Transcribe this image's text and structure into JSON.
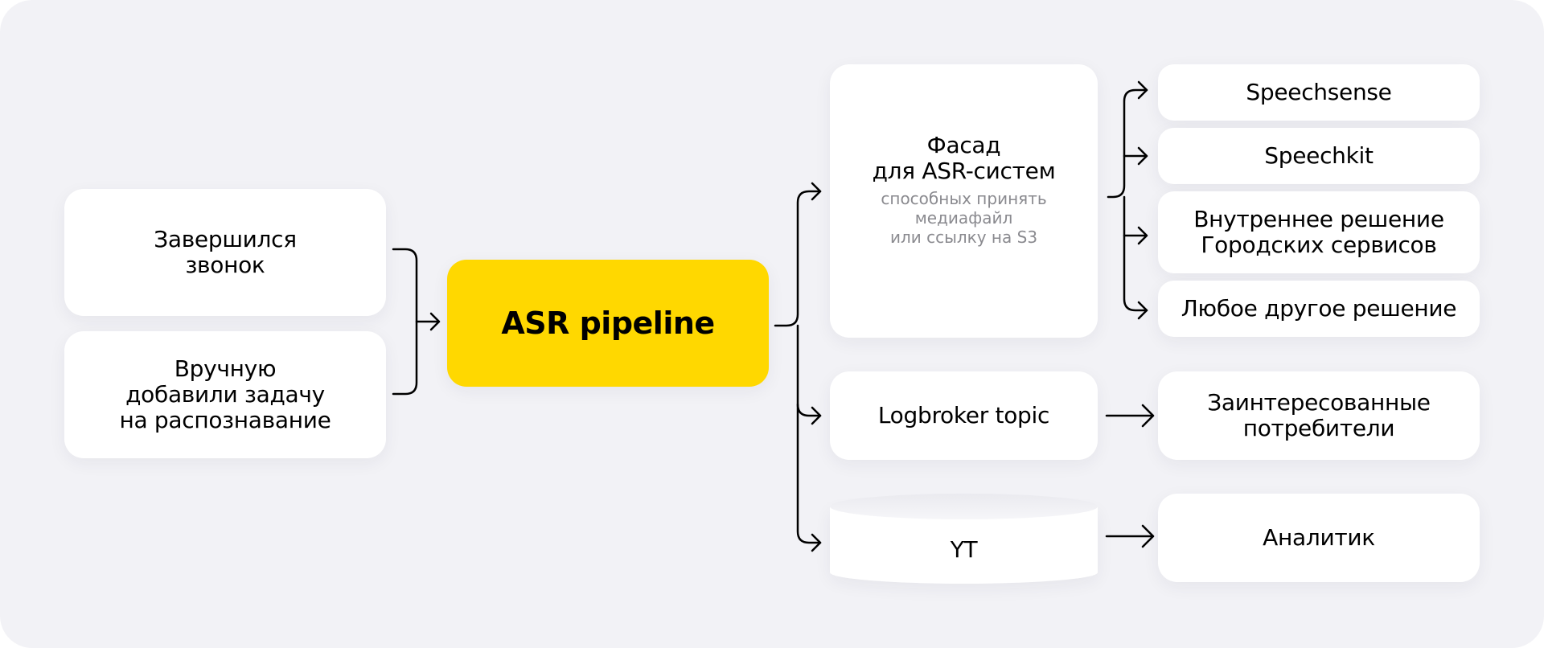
{
  "inputs": [
    {
      "id": "call",
      "label": "Завершился\nзвонок"
    },
    {
      "id": "manual",
      "label": "Вручную\nдобавили задачу\nна распознавание"
    }
  ],
  "pipeline": {
    "label": "ASR pipeline"
  },
  "facade": {
    "title": "Фасад\nдля ASR-систем",
    "subtitle": "способных принять\nмедиафайл\nили ссылку на S3"
  },
  "logbroker": {
    "label": "Logbroker topic"
  },
  "storage": {
    "label": "YT"
  },
  "asr_systems": [
    {
      "label": "Speechsense"
    },
    {
      "label": "Speechkit"
    },
    {
      "label": "Внутреннее решение\nГородских сервисов"
    },
    {
      "label": "Любое другое решение"
    }
  ],
  "consumers": {
    "label": "Заинтересованные\nпотребители"
  },
  "analyst": {
    "label": "Аналитик"
  },
  "colors": {
    "background": "#f2f2f6",
    "box": "#ffffff",
    "accent": "#ffd800",
    "wire": "#000000",
    "muted": "#8a8a8f"
  }
}
